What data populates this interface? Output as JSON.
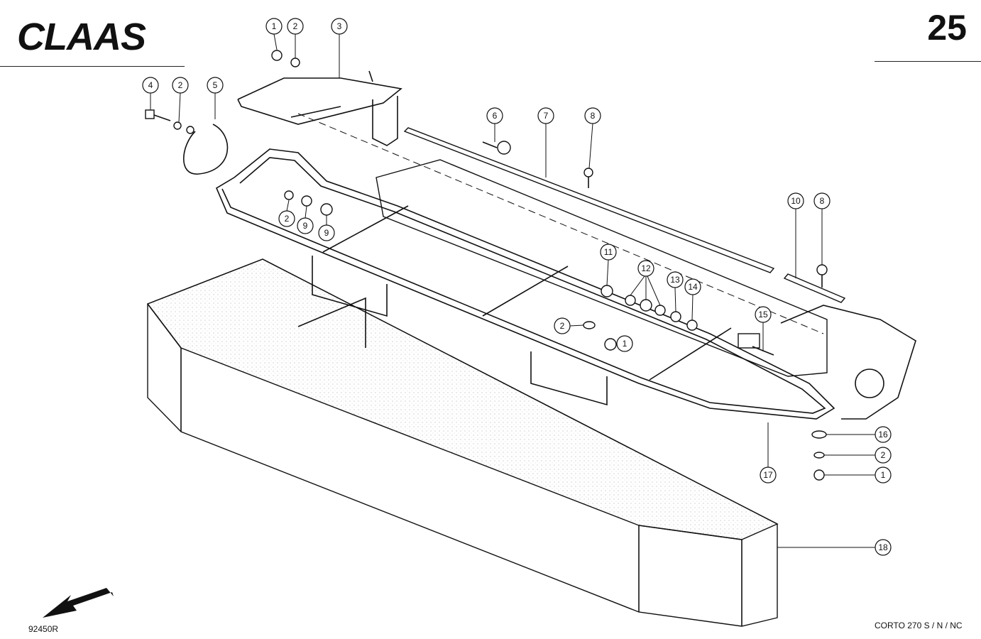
{
  "header": {
    "brand": "CLAAS",
    "page_number": "25"
  },
  "footer": {
    "figure_code": "92450R",
    "model": "CORTO 270 S / N / NC"
  },
  "callouts": [
    {
      "id": "c-1a",
      "label": "1"
    },
    {
      "id": "c-2a",
      "label": "2"
    },
    {
      "id": "c-3",
      "label": "3"
    },
    {
      "id": "c-4",
      "label": "4"
    },
    {
      "id": "c-2b",
      "label": "2"
    },
    {
      "id": "c-5",
      "label": "5"
    },
    {
      "id": "c-6",
      "label": "6"
    },
    {
      "id": "c-7",
      "label": "7"
    },
    {
      "id": "c-8a",
      "label": "8"
    },
    {
      "id": "c-10",
      "label": "10"
    },
    {
      "id": "c-8b",
      "label": "8"
    },
    {
      "id": "c-2c",
      "label": "2"
    },
    {
      "id": "c-9a",
      "label": "9"
    },
    {
      "id": "c-9b",
      "label": "9"
    },
    {
      "id": "c-11",
      "label": "11"
    },
    {
      "id": "c-12",
      "label": "12"
    },
    {
      "id": "c-13",
      "label": "13"
    },
    {
      "id": "c-14",
      "label": "14"
    },
    {
      "id": "c-2d",
      "label": "2"
    },
    {
      "id": "c-1b",
      "label": "1"
    },
    {
      "id": "c-15",
      "label": "15"
    },
    {
      "id": "c-16",
      "label": "16"
    },
    {
      "id": "c-2e",
      "label": "2"
    },
    {
      "id": "c-1c",
      "label": "1"
    },
    {
      "id": "c-17",
      "label": "17"
    },
    {
      "id": "c-18",
      "label": "18"
    }
  ]
}
